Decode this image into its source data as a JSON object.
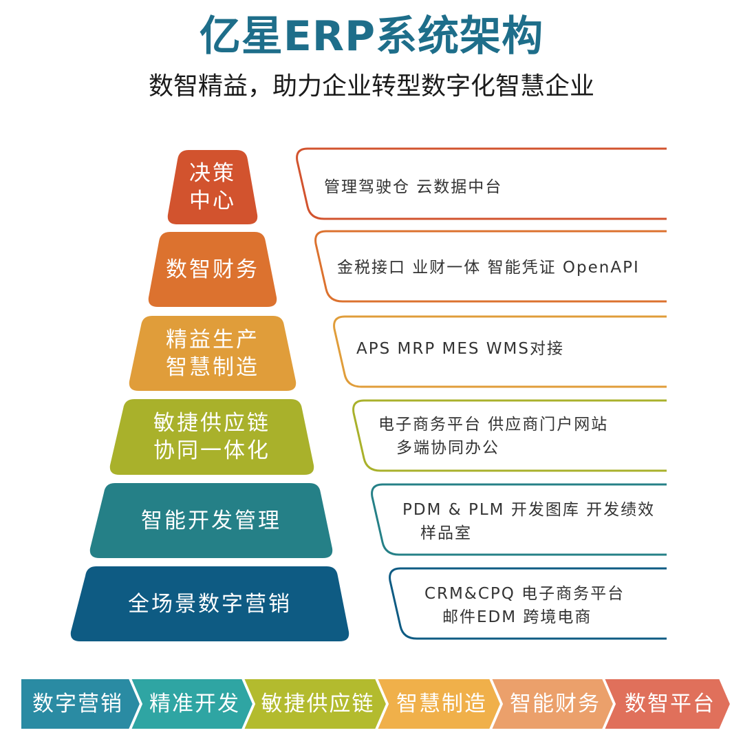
{
  "header": {
    "title": "亿星ERP系统架构",
    "subtitle": "数智精益，助力企业转型数字化智慧企业"
  },
  "tiers": [
    {
      "name_line1": "决策",
      "name_line2": "中心",
      "details_line1": "管理驾驶仓   云数据中台",
      "details_line2": "",
      "color": "#d2532e"
    },
    {
      "name_line1": "数智财务",
      "name_line2": "",
      "details_line1": "金税接口   业财一体   智能凭证   OpenAPI",
      "details_line2": "",
      "color": "#dc722f"
    },
    {
      "name_line1": "精益生产",
      "name_line2": "智慧制造",
      "details_line1": "APS   MRP   MES   WMS对接",
      "details_line2": "",
      "color": "#e09d3a"
    },
    {
      "name_line1": "敏捷供应链",
      "name_line2": "协同一体化",
      "details_line1": "电子商务平台   供应商门户网站",
      "details_line2": "多端协同办公",
      "color": "#a9b12b"
    },
    {
      "name_line1": "智能开发管理",
      "name_line2": "",
      "details_line1": "PDM & PLM   开发图库  开发绩效",
      "details_line2": "样品室",
      "color": "#258087"
    },
    {
      "name_line1": "全场景数字营销",
      "name_line2": "",
      "details_line1": "CRM&CPQ   电子商务平台",
      "details_line2": "邮件EDM    跨境电商",
      "color": "#0e5b83"
    }
  ],
  "flow": [
    {
      "label": "数字营销",
      "color": "#2a8ba3"
    },
    {
      "label": "精准开发",
      "color": "#2fa5a3"
    },
    {
      "label": "敏捷供应链",
      "color": "#b3bb2e"
    },
    {
      "label": "智慧制造",
      "color": "#f0b04a"
    },
    {
      "label": "智能财务",
      "color": "#eba06b"
    },
    {
      "label": "数智平台",
      "color": "#e0705b"
    }
  ],
  "colors": {
    "title": "#1e6e8a",
    "accent_dark": "#155f86"
  }
}
